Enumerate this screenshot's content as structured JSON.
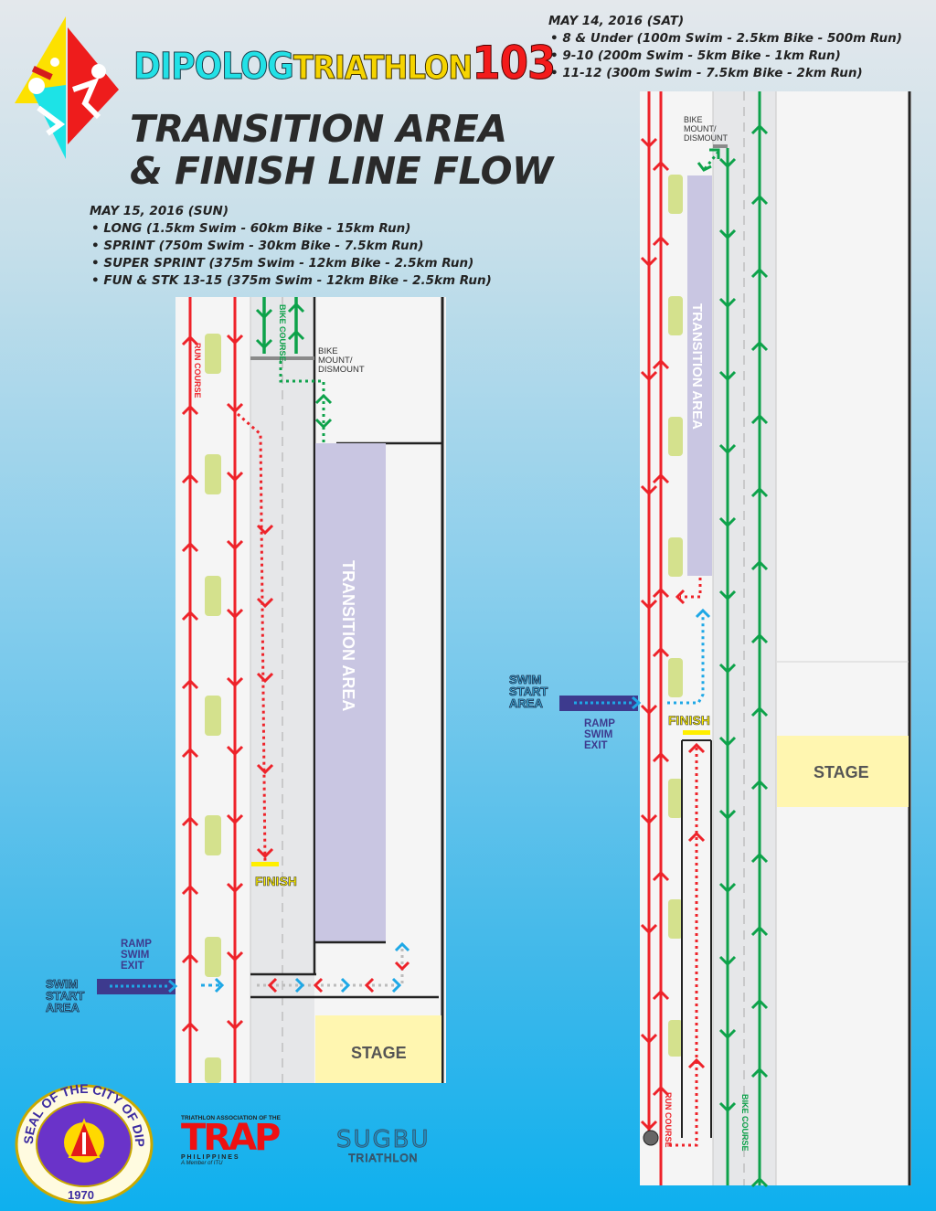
{
  "header": {
    "brand_part1": "DIPOLOG",
    "brand_part2": "TRIATHLON",
    "brand_part3": "103",
    "title_line1": "TRANSITION AREA",
    "title_line2": "& FINISH LINE FLOW"
  },
  "schedule_sun": {
    "date": "MAY 15, 2016 (SUN)",
    "items": [
      "LONG (1.5km Swim - 60km Bike - 15km Run)",
      "SPRINT (750m Swim - 30km Bike - 7.5km Run)",
      "SUPER SPRINT (375m Swim - 12km Bike - 2.5km Run)",
      "FUN & STK 13-15 (375m Swim - 12km Bike - 2.5km Run)"
    ]
  },
  "schedule_sat": {
    "date": "MAY 14, 2016 (SAT)",
    "items": [
      "8 & Under (100m Swim - 2.5km Bike - 500m Run)",
      "9-10 (200m Swim - 5km Bike - 1km Run)",
      "11-12 (300m Swim - 7.5km Bike - 2km Run)"
    ]
  },
  "map_left": {
    "run_course": "RUN COURSE",
    "bike_course": "BIKE COURSE",
    "bike_mount_1": "BIKE",
    "bike_mount_2": "MOUNT/",
    "bike_mount_3": "DISMOUNT",
    "transition": "TRANSITION AREA",
    "finish": "FINISH",
    "stage": "STAGE",
    "ramp_1": "RAMP",
    "ramp_2": "SWIM",
    "ramp_3": "EXIT",
    "swim_1": "SWIM",
    "swim_2": "START",
    "swim_3": "AREA"
  },
  "map_right": {
    "run_course": "RUN COURSE",
    "bike_course": "BIKE COURSE",
    "bike_mount_1": "BIKE",
    "bike_mount_2": "MOUNT/",
    "bike_mount_3": "DISMOUNT",
    "transition": "TRANSITION AREA",
    "finish": "FINISH",
    "stage": "STAGE",
    "ramp_1": "RAMP",
    "ramp_2": "SWIM",
    "ramp_3": "EXIT",
    "swim_1": "SWIM",
    "swim_2": "START",
    "swim_3": "AREA"
  },
  "footer": {
    "seal_text": "SEAL OF THE CITY OF DIPOLOG",
    "seal_year": "1970",
    "trap_top": "TRIATHLON ASSOCIATION OF THE",
    "trap_logo": "TRAP",
    "trap_country": "P H I L I P P I N E S",
    "trap_member": "A Member of ITU",
    "sugbu_1": "SUGBU",
    "sugbu_2": "TRIATHLON"
  },
  "colors": {
    "run": "#ee2229",
    "bike": "#0da24a",
    "swim": "#1ea8e6",
    "transition": "#c9c6e2",
    "stage": "#fff6b0",
    "finish": "#ffef00"
  }
}
